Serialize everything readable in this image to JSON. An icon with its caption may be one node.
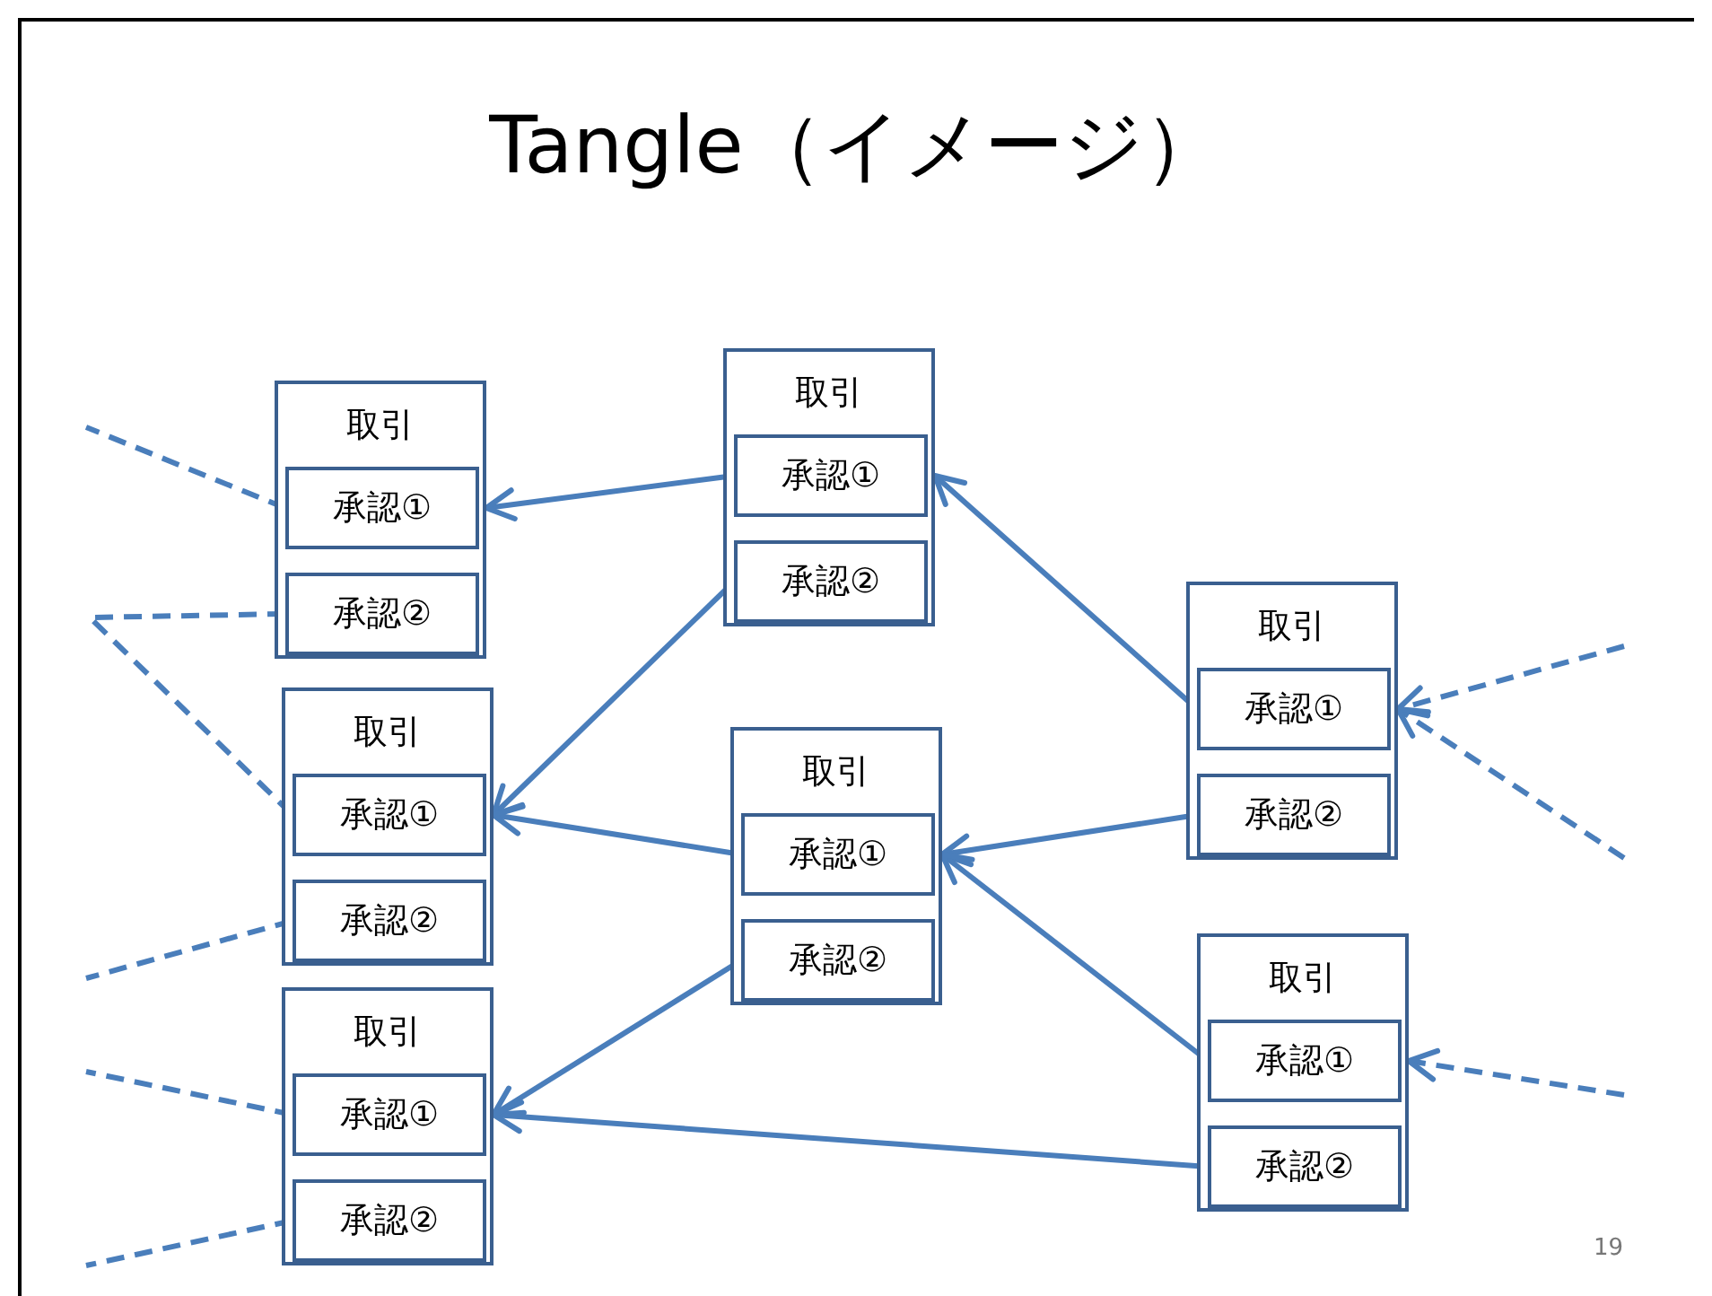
{
  "diagram": {
    "title": "Tangle（イメージ）",
    "nodes": [
      {
        "text": [
          "取引"
        ]
      },
      {
        "text": [
          "承認①"
        ],
        "in": 0
      },
      {
        "text": [
          "承認②"
        ],
        "in": 0
      },
      {
        "text": [
          "取引"
        ]
      },
      {
        "text": [
          "承認①"
        ],
        "in": 3
      },
      {
        "text": [
          "承認②"
        ],
        "in": 3
      },
      {
        "text": [
          "取引"
        ]
      },
      {
        "text": [
          "承認①"
        ],
        "in": 6
      },
      {
        "text": [
          "承認②"
        ],
        "in": 6
      },
      {
        "text": [
          "取引"
        ]
      },
      {
        "text": [
          "承認①"
        ],
        "in": 9
      },
      {
        "text": [
          "承認②"
        ],
        "in": 9
      },
      {
        "text": [
          "取引"
        ]
      },
      {
        "text": [
          "承認①"
        ],
        "in": 12
      },
      {
        "text": [
          "承認②"
        ],
        "in": 12
      },
      {
        "text": [
          "取引"
        ]
      },
      {
        "text": [
          "承認①"
        ],
        "in": 15
      },
      {
        "text": [
          "承認②"
        ],
        "in": 15
      },
      {
        "text": [
          "取引"
        ]
      },
      {
        "text": [
          "承認①"
        ],
        "in": 18
      },
      {
        "text": [
          "承認②"
        ],
        "in": 18
      }
    ],
    "edges": [
      {
        "from": 4,
        "to": 0,
        "arrow": "to"
      },
      {
        "from": 5,
        "to": 6,
        "arrow": "to"
      },
      {
        "from": 10,
        "to": 6,
        "arrow": "to"
      },
      {
        "from": 11,
        "to": 15,
        "arrow": "to"
      },
      {
        "from": 13,
        "to": 3,
        "arrow": "to"
      },
      {
        "from": 14,
        "to": 9,
        "arrow": "to"
      },
      {
        "from": 19,
        "to": 9,
        "arrow": "to"
      },
      {
        "from": 20,
        "to": 15,
        "arrow": "to"
      },
      {
        "from": 1,
        "to": null,
        "arrow": "none",
        "style": "dashed"
      },
      {
        "from": 2,
        "to": 7,
        "arrow": "none",
        "style": "dashed"
      },
      {
        "from": 8,
        "to": null,
        "arrow": "none",
        "style": "dashed"
      },
      {
        "from": 16,
        "to": null,
        "arrow": "none",
        "style": "dashed"
      },
      {
        "from": 17,
        "to": null,
        "arrow": "none",
        "style": "dashed"
      },
      {
        "from": null,
        "to": 12,
        "arrow": "to",
        "style": "dashed"
      },
      {
        "from": null,
        "to": 12,
        "arrow": "to",
        "style": "dashed"
      },
      {
        "from": null,
        "to": 18,
        "arrow": "to",
        "style": "dashed"
      }
    ],
    "labels": [
      "19"
    ]
  }
}
